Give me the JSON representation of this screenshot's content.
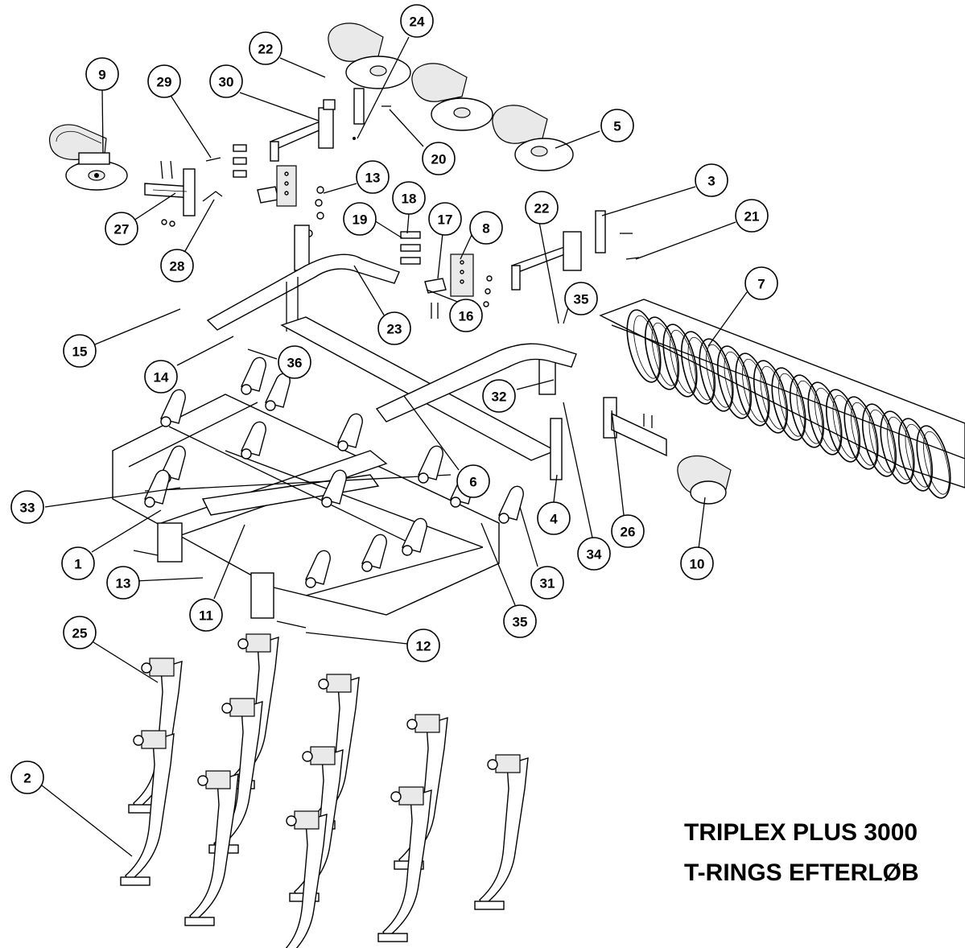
{
  "title": {
    "line1": "TRIPLEX PLUS 3000",
    "line2": "T-RINGS EFTERLØB"
  },
  "callouts": [
    {
      "id": "c9",
      "label": "9"
    },
    {
      "id": "c29",
      "label": "29"
    },
    {
      "id": "c30",
      "label": "30"
    },
    {
      "id": "c22a",
      "label": "22"
    },
    {
      "id": "c24",
      "label": "24"
    },
    {
      "id": "c5",
      "label": "5"
    },
    {
      "id": "c20",
      "label": "20"
    },
    {
      "id": "c27",
      "label": "27"
    },
    {
      "id": "c28",
      "label": "28"
    },
    {
      "id": "c13a",
      "label": "13"
    },
    {
      "id": "c18",
      "label": "18"
    },
    {
      "id": "c19",
      "label": "19"
    },
    {
      "id": "c17",
      "label": "17"
    },
    {
      "id": "c8",
      "label": "8"
    },
    {
      "id": "c22b",
      "label": "22"
    },
    {
      "id": "c3",
      "label": "3"
    },
    {
      "id": "c21",
      "label": "21"
    },
    {
      "id": "c7",
      "label": "7"
    },
    {
      "id": "c16",
      "label": "16"
    },
    {
      "id": "c35a",
      "label": "35"
    },
    {
      "id": "c23",
      "label": "23"
    },
    {
      "id": "c15",
      "label": "15"
    },
    {
      "id": "c14",
      "label": "14"
    },
    {
      "id": "c36",
      "label": "36"
    },
    {
      "id": "c32",
      "label": "32"
    },
    {
      "id": "c6",
      "label": "6"
    },
    {
      "id": "c4",
      "label": "4"
    },
    {
      "id": "c26",
      "label": "26"
    },
    {
      "id": "c34",
      "label": "34"
    },
    {
      "id": "c10",
      "label": "10"
    },
    {
      "id": "c33",
      "label": "33"
    },
    {
      "id": "c1",
      "label": "1"
    },
    {
      "id": "c13b",
      "label": "13"
    },
    {
      "id": "c11",
      "label": "11"
    },
    {
      "id": "c31",
      "label": "31"
    },
    {
      "id": "c35b",
      "label": "35"
    },
    {
      "id": "c12",
      "label": "12"
    },
    {
      "id": "c25",
      "label": "25"
    },
    {
      "id": "c2",
      "label": "2"
    }
  ]
}
